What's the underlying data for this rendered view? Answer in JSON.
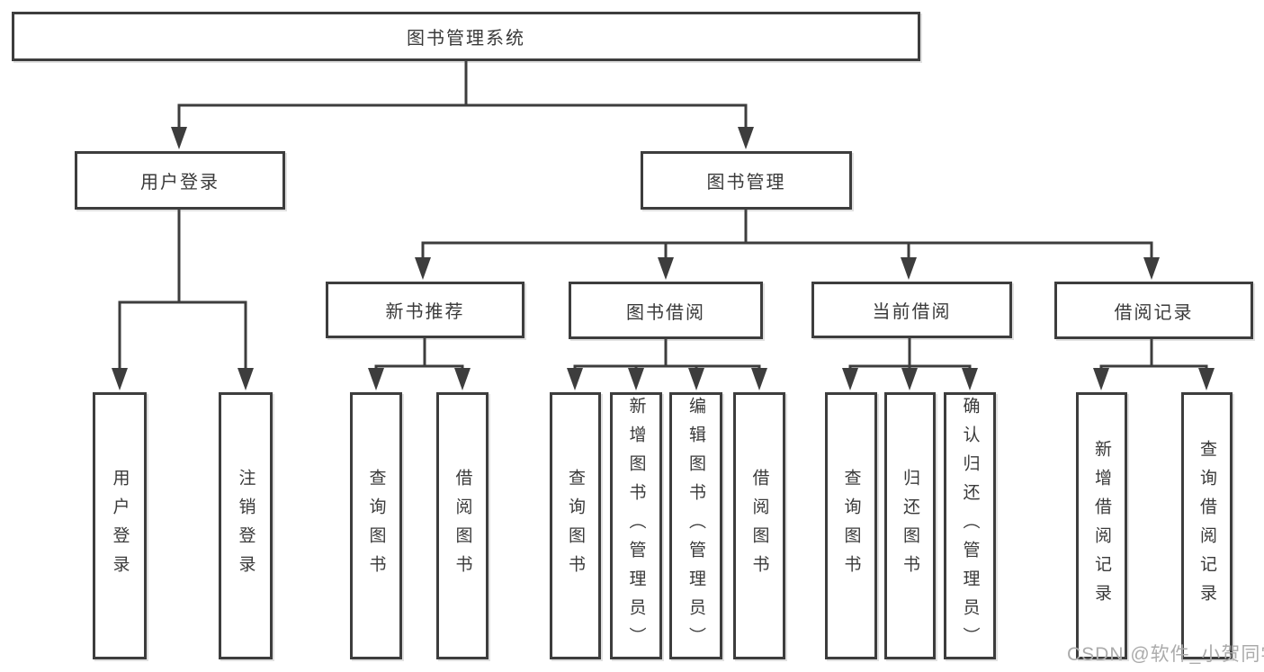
{
  "diagram": {
    "title_node": {
      "label": "图书管理系统"
    },
    "level2": [
      {
        "label": "用户登录"
      },
      {
        "label": "图书管理"
      }
    ],
    "level3": [
      {
        "label": "新书推荐"
      },
      {
        "label": "图书借阅"
      },
      {
        "label": "当前借阅"
      },
      {
        "label": "借阅记录"
      }
    ],
    "leaves": {
      "user_login": [
        {
          "label": "用户登录"
        },
        {
          "label": "注销登录"
        }
      ],
      "new_book": [
        {
          "label": "查询图书"
        },
        {
          "label": "借阅图书"
        }
      ],
      "book_borrow": [
        {
          "label": "查询图书"
        },
        {
          "label": "新增图书（管理员）"
        },
        {
          "label": "编辑图书（管理员）"
        },
        {
          "label": "借阅图书"
        }
      ],
      "current_borrow": [
        {
          "label": "查询图书"
        },
        {
          "label": "归还图书"
        },
        {
          "label": "确认归还（管理员）"
        }
      ],
      "borrow_records": [
        {
          "label": "新增借阅记录"
        },
        {
          "label": "查询借阅记录"
        }
      ]
    },
    "colors": {
      "line": "#3d3d3d",
      "text": "#3a3a3a",
      "watermark": "#ababab"
    }
  },
  "watermark": {
    "text": "CSDN @软件_小贺同学"
  }
}
